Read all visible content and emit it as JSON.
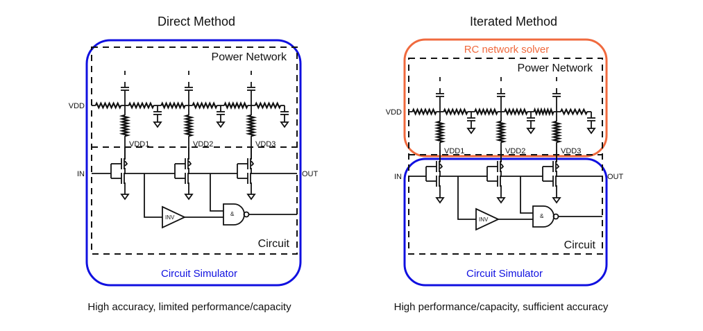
{
  "panels": [
    {
      "id": "direct",
      "title": "Direct Method",
      "caption": "High accuracy, limited performance/capacity",
      "power_network_label": "Power Network",
      "circuit_label": "Circuit",
      "simulator_label": "Circuit Simulator",
      "simulator_color": "#1010e0",
      "pins": {
        "vdd": "VDD",
        "in": "IN",
        "out": "OUT",
        "taps": [
          "VDD1",
          "VDD2",
          "VDD3"
        ]
      },
      "gates": {
        "inverter": "INV",
        "nand": "&"
      }
    },
    {
      "id": "iterated",
      "title": "Iterated Method",
      "caption": "High performance/capacity, sufficient accuracy",
      "solver_label": "RC network solver",
      "solver_color": "#f06a3e",
      "power_network_label": "Power Network",
      "circuit_label": "Circuit",
      "simulator_label": "Circuit Simulator",
      "simulator_color": "#1010e0",
      "pins": {
        "vdd": "VDD",
        "in": "IN",
        "out": "OUT",
        "taps": [
          "VDD1",
          "VDD2",
          "VDD3"
        ]
      },
      "gates": {
        "inverter": "INV",
        "nand": "&"
      }
    }
  ]
}
